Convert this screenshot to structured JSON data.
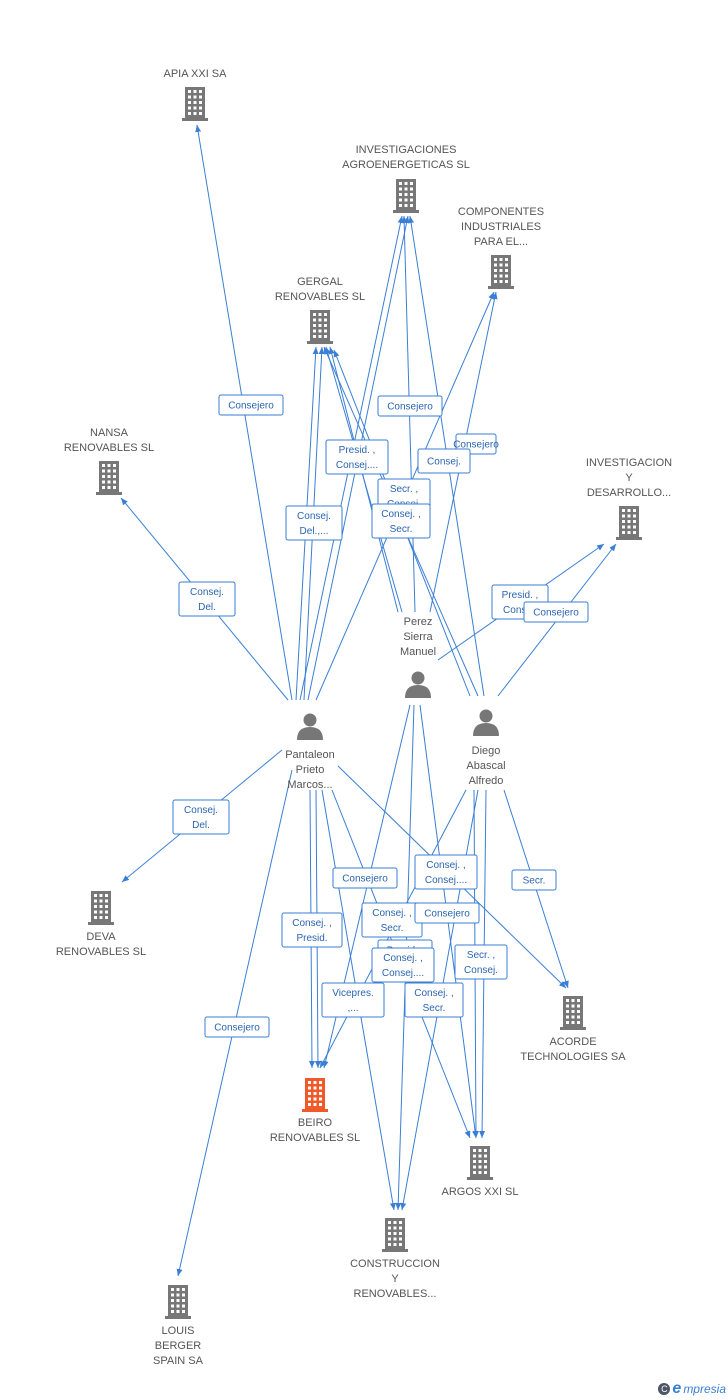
{
  "colors": {
    "edge": "#3a7fd5",
    "node": "#777777",
    "highlight": "#f05a28",
    "label": "#555555"
  },
  "companies": [
    {
      "id": "apia",
      "lines": [
        "APIA XXI SA"
      ]
    },
    {
      "id": "invest_agro",
      "lines": [
        "INVESTIGACIONES",
        "AGROENERGETICAS SL"
      ]
    },
    {
      "id": "componentes",
      "lines": [
        "COMPONENTES",
        "INDUSTRIALES",
        "PARA EL..."
      ]
    },
    {
      "id": "gergal",
      "lines": [
        "GERGAL",
        "RENOVABLES SL"
      ]
    },
    {
      "id": "nansa",
      "lines": [
        "NANSA",
        "RENOVABLES SL"
      ]
    },
    {
      "id": "invest_des",
      "lines": [
        "INVESTIGACION",
        "Y",
        "DESARROLLO..."
      ]
    },
    {
      "id": "deva",
      "lines": [
        "DEVA",
        "RENOVABLES SL"
      ]
    },
    {
      "id": "acorde",
      "lines": [
        "ACORDE",
        "TECHNOLOGIES SA"
      ]
    },
    {
      "id": "beiro",
      "lines": [
        "BEIRO",
        "RENOVABLES SL"
      ],
      "highlight": true
    },
    {
      "id": "argos",
      "lines": [
        "ARGOS XXI SL"
      ]
    },
    {
      "id": "construccion",
      "lines": [
        "CONSTRUCCION",
        "Y",
        "RENOVABLES..."
      ]
    },
    {
      "id": "louis",
      "lines": [
        "LOUIS",
        "BERGER",
        "SPAIN SA"
      ]
    }
  ],
  "people": [
    {
      "id": "perez",
      "lines": [
        "Perez",
        "Sierra",
        "Manuel"
      ]
    },
    {
      "id": "pantaleon",
      "lines": [
        "Pantaleon",
        "Prieto",
        "Marcos..."
      ]
    },
    {
      "id": "diego",
      "lines": [
        "Diego",
        "Abascal",
        "Alfredo"
      ]
    }
  ],
  "edge_labels": [
    [
      "Consejero"
    ],
    [
      "Consejero"
    ],
    [
      "Consejero"
    ],
    [
      "Presid. ,",
      "Consej...."
    ],
    [
      "Consej."
    ],
    [
      "Secr. ,",
      "Consej."
    ],
    [
      "Consej. ,",
      "Secr."
    ],
    [
      "Consej.",
      "Del.,..."
    ],
    [
      "Consej.",
      "Del."
    ],
    [
      "Presid. ,",
      "Consej."
    ],
    [
      "Consejero"
    ],
    [
      "Consej.",
      "Del."
    ],
    [
      "Consejero"
    ],
    [
      "Consej. ,",
      "Consej...."
    ],
    [
      "Secr."
    ],
    [
      "Consej. ,",
      "Presid."
    ],
    [
      "Consej. ,",
      "Secr."
    ],
    [
      "Consejero"
    ],
    [
      "Presid..."
    ],
    [
      "Consej. ,",
      "Consej...."
    ],
    [
      "Secr. ,",
      "Consej."
    ],
    [
      "Vicepres.",
      ",..."
    ],
    [
      "Consej. ,",
      "Secr."
    ],
    [
      "Consejero"
    ]
  ],
  "footer": {
    "copyright": "C",
    "brand_initial": "e",
    "brand_rest": "mpresia"
  }
}
